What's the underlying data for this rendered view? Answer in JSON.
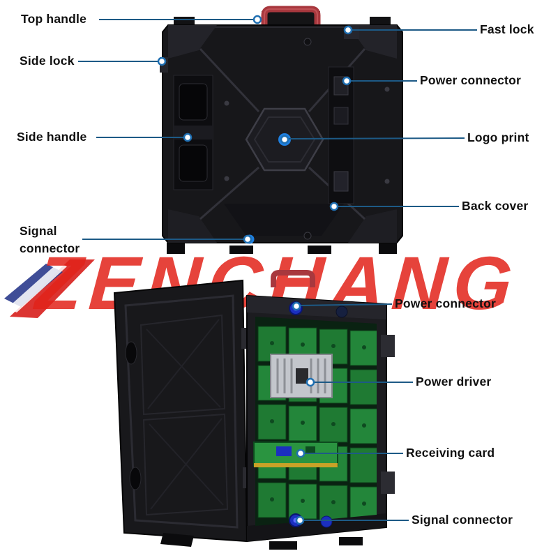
{
  "watermark": {
    "text": "ZENCHANG",
    "color": "#e2231a"
  },
  "callouts": [
    {
      "id": "top-handle",
      "label": "Top handle"
    },
    {
      "id": "side-lock",
      "label": "Side lock"
    },
    {
      "id": "side-handle",
      "label": "Side handle"
    },
    {
      "id": "signal-connector",
      "label": "Signal connector"
    },
    {
      "id": "fast-lock",
      "label": "Fast lock"
    },
    {
      "id": "power-connector",
      "label": "Power connector"
    },
    {
      "id": "logo-print",
      "label": "Logo print"
    },
    {
      "id": "back-cover",
      "label": "Back cover"
    },
    {
      "id": "power-connector-2",
      "label": "Power connector"
    },
    {
      "id": "power-driver",
      "label": "Power driver"
    },
    {
      "id": "receiving-card",
      "label": "Receiving card"
    },
    {
      "id": "signal-connector-2",
      "label": "Signal connector"
    }
  ],
  "colors": {
    "callout_line": "#1d5a86",
    "callout_ring": "#1f6fb2",
    "cabinet_body": "#17171a",
    "handle_red": "#a8383e",
    "pcb_green": "#1f7a33",
    "connector_blue": "#1e7fe0",
    "plug_blue": "#1b2fbf",
    "psu_silver": "#c3c6cc"
  }
}
